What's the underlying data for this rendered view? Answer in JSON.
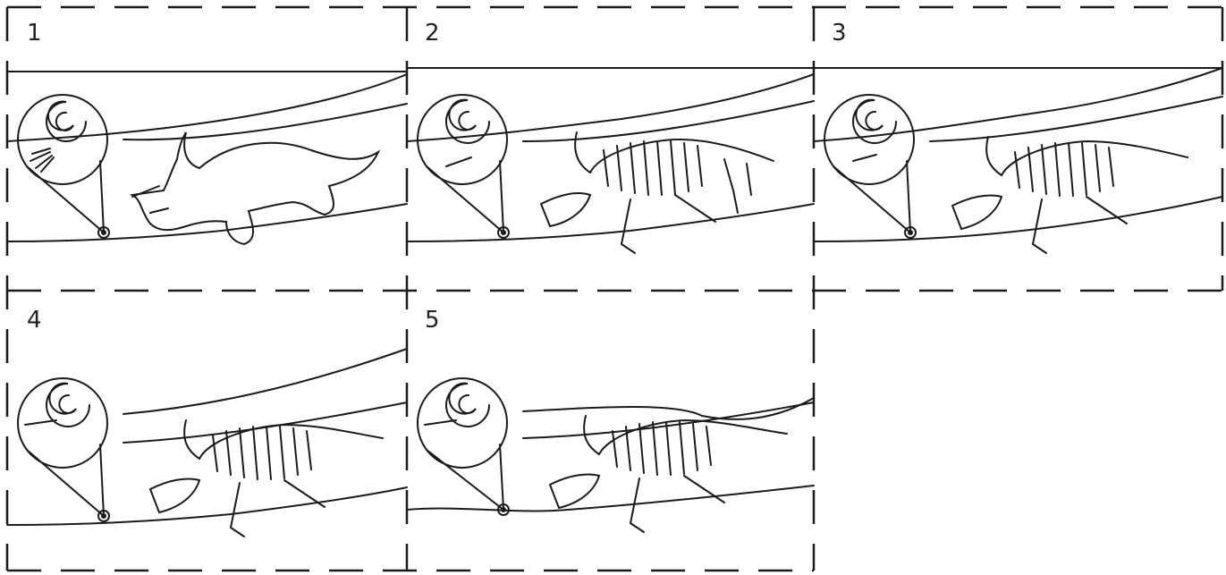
{
  "panels": [
    {
      "label": "1",
      "stage": "body"
    },
    {
      "label": "2",
      "stage": "skeleton"
    },
    {
      "label": "3",
      "stage": "skeleton-tilted"
    },
    {
      "label": "4",
      "stage": "skeleton-covered"
    },
    {
      "label": "5",
      "stage": "skeleton-exposed"
    }
  ],
  "colors": {
    "line": "#1a1a1a",
    "background": "#ffffff"
  },
  "icons": [
    "ammonite-icon",
    "magnifier-circle-icon",
    "triceratops-icon"
  ]
}
